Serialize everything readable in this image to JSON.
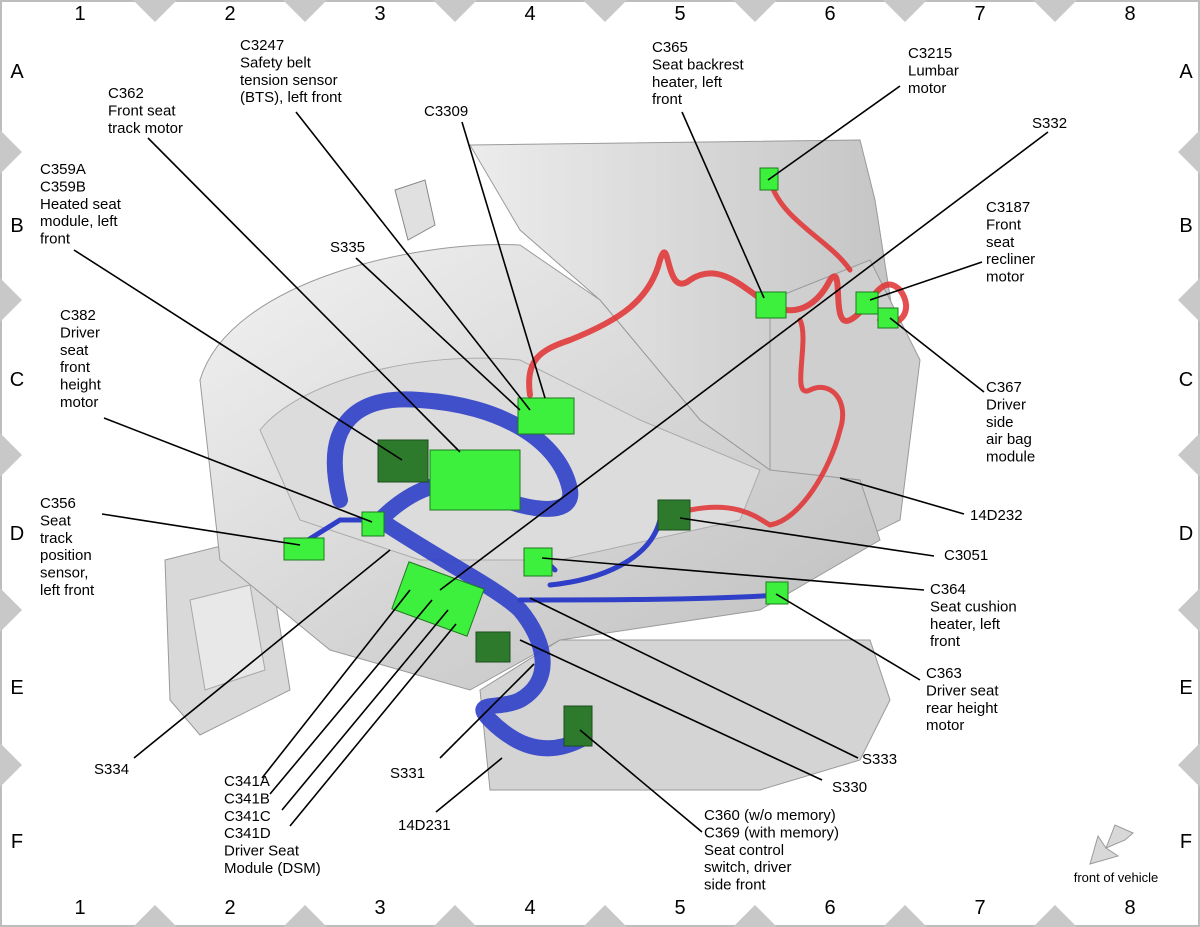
{
  "grid": {
    "columns": [
      "1",
      "2",
      "3",
      "4",
      "5",
      "6",
      "7",
      "8"
    ],
    "rows": [
      "A",
      "B",
      "C",
      "D",
      "E",
      "F"
    ]
  },
  "labels": {
    "c362": [
      "C362",
      "Front seat",
      "track motor"
    ],
    "c3247": [
      "C3247",
      "Safety belt",
      "tension sensor",
      "(BTS), left front"
    ],
    "c3309": [
      "C3309"
    ],
    "c365": [
      "C365",
      "Seat backrest",
      "heater, left",
      "front"
    ],
    "c3215": [
      "C3215",
      "Lumbar",
      "motor"
    ],
    "s332": [
      "S332"
    ],
    "c359": [
      "C359A",
      "C359B",
      "Heated seat",
      "module, left",
      "front"
    ],
    "s335": [
      "S335"
    ],
    "c3187": [
      "C3187",
      "Front",
      "seat",
      "recliner",
      "motor"
    ],
    "c382": [
      "C382",
      "Driver",
      "seat",
      "front",
      "height",
      "motor"
    ],
    "c367": [
      "C367",
      "Driver",
      "side",
      "air bag",
      "module"
    ],
    "w14d232": [
      "14D232"
    ],
    "c356": [
      "C356",
      "Seat",
      "track",
      "position",
      "sensor,",
      "left front"
    ],
    "c3051": [
      "C3051"
    ],
    "c364": [
      "C364",
      "Seat cushion",
      "heater, left",
      "front"
    ],
    "c363": [
      "C363",
      "Driver seat",
      "rear height",
      "motor"
    ],
    "s334": [
      "S334"
    ],
    "s333": [
      "S333"
    ],
    "s331": [
      "S331"
    ],
    "s330": [
      "S330"
    ],
    "c341": [
      "C341A",
      "C341B",
      "C341C",
      "C341D",
      "Driver Seat",
      "Module (DSM)"
    ],
    "w14d231": [
      "14D231"
    ],
    "c360": [
      "C360 (w/o memory)",
      "C369 (with memory)",
      "Seat control",
      "switch, driver",
      "side front"
    ]
  },
  "front_of_vehicle": "front of vehicle",
  "colors": {
    "harness_blue": "#2f3fc8",
    "harness_red": "#e23030",
    "connector_green": "#3ef03e",
    "connector_dark": "#2d7a2d",
    "seat_gray": "#d6d6d6",
    "border_diamond": "#c8c8c8"
  },
  "icons": [
    "front-of-vehicle-arrow-icon"
  ]
}
